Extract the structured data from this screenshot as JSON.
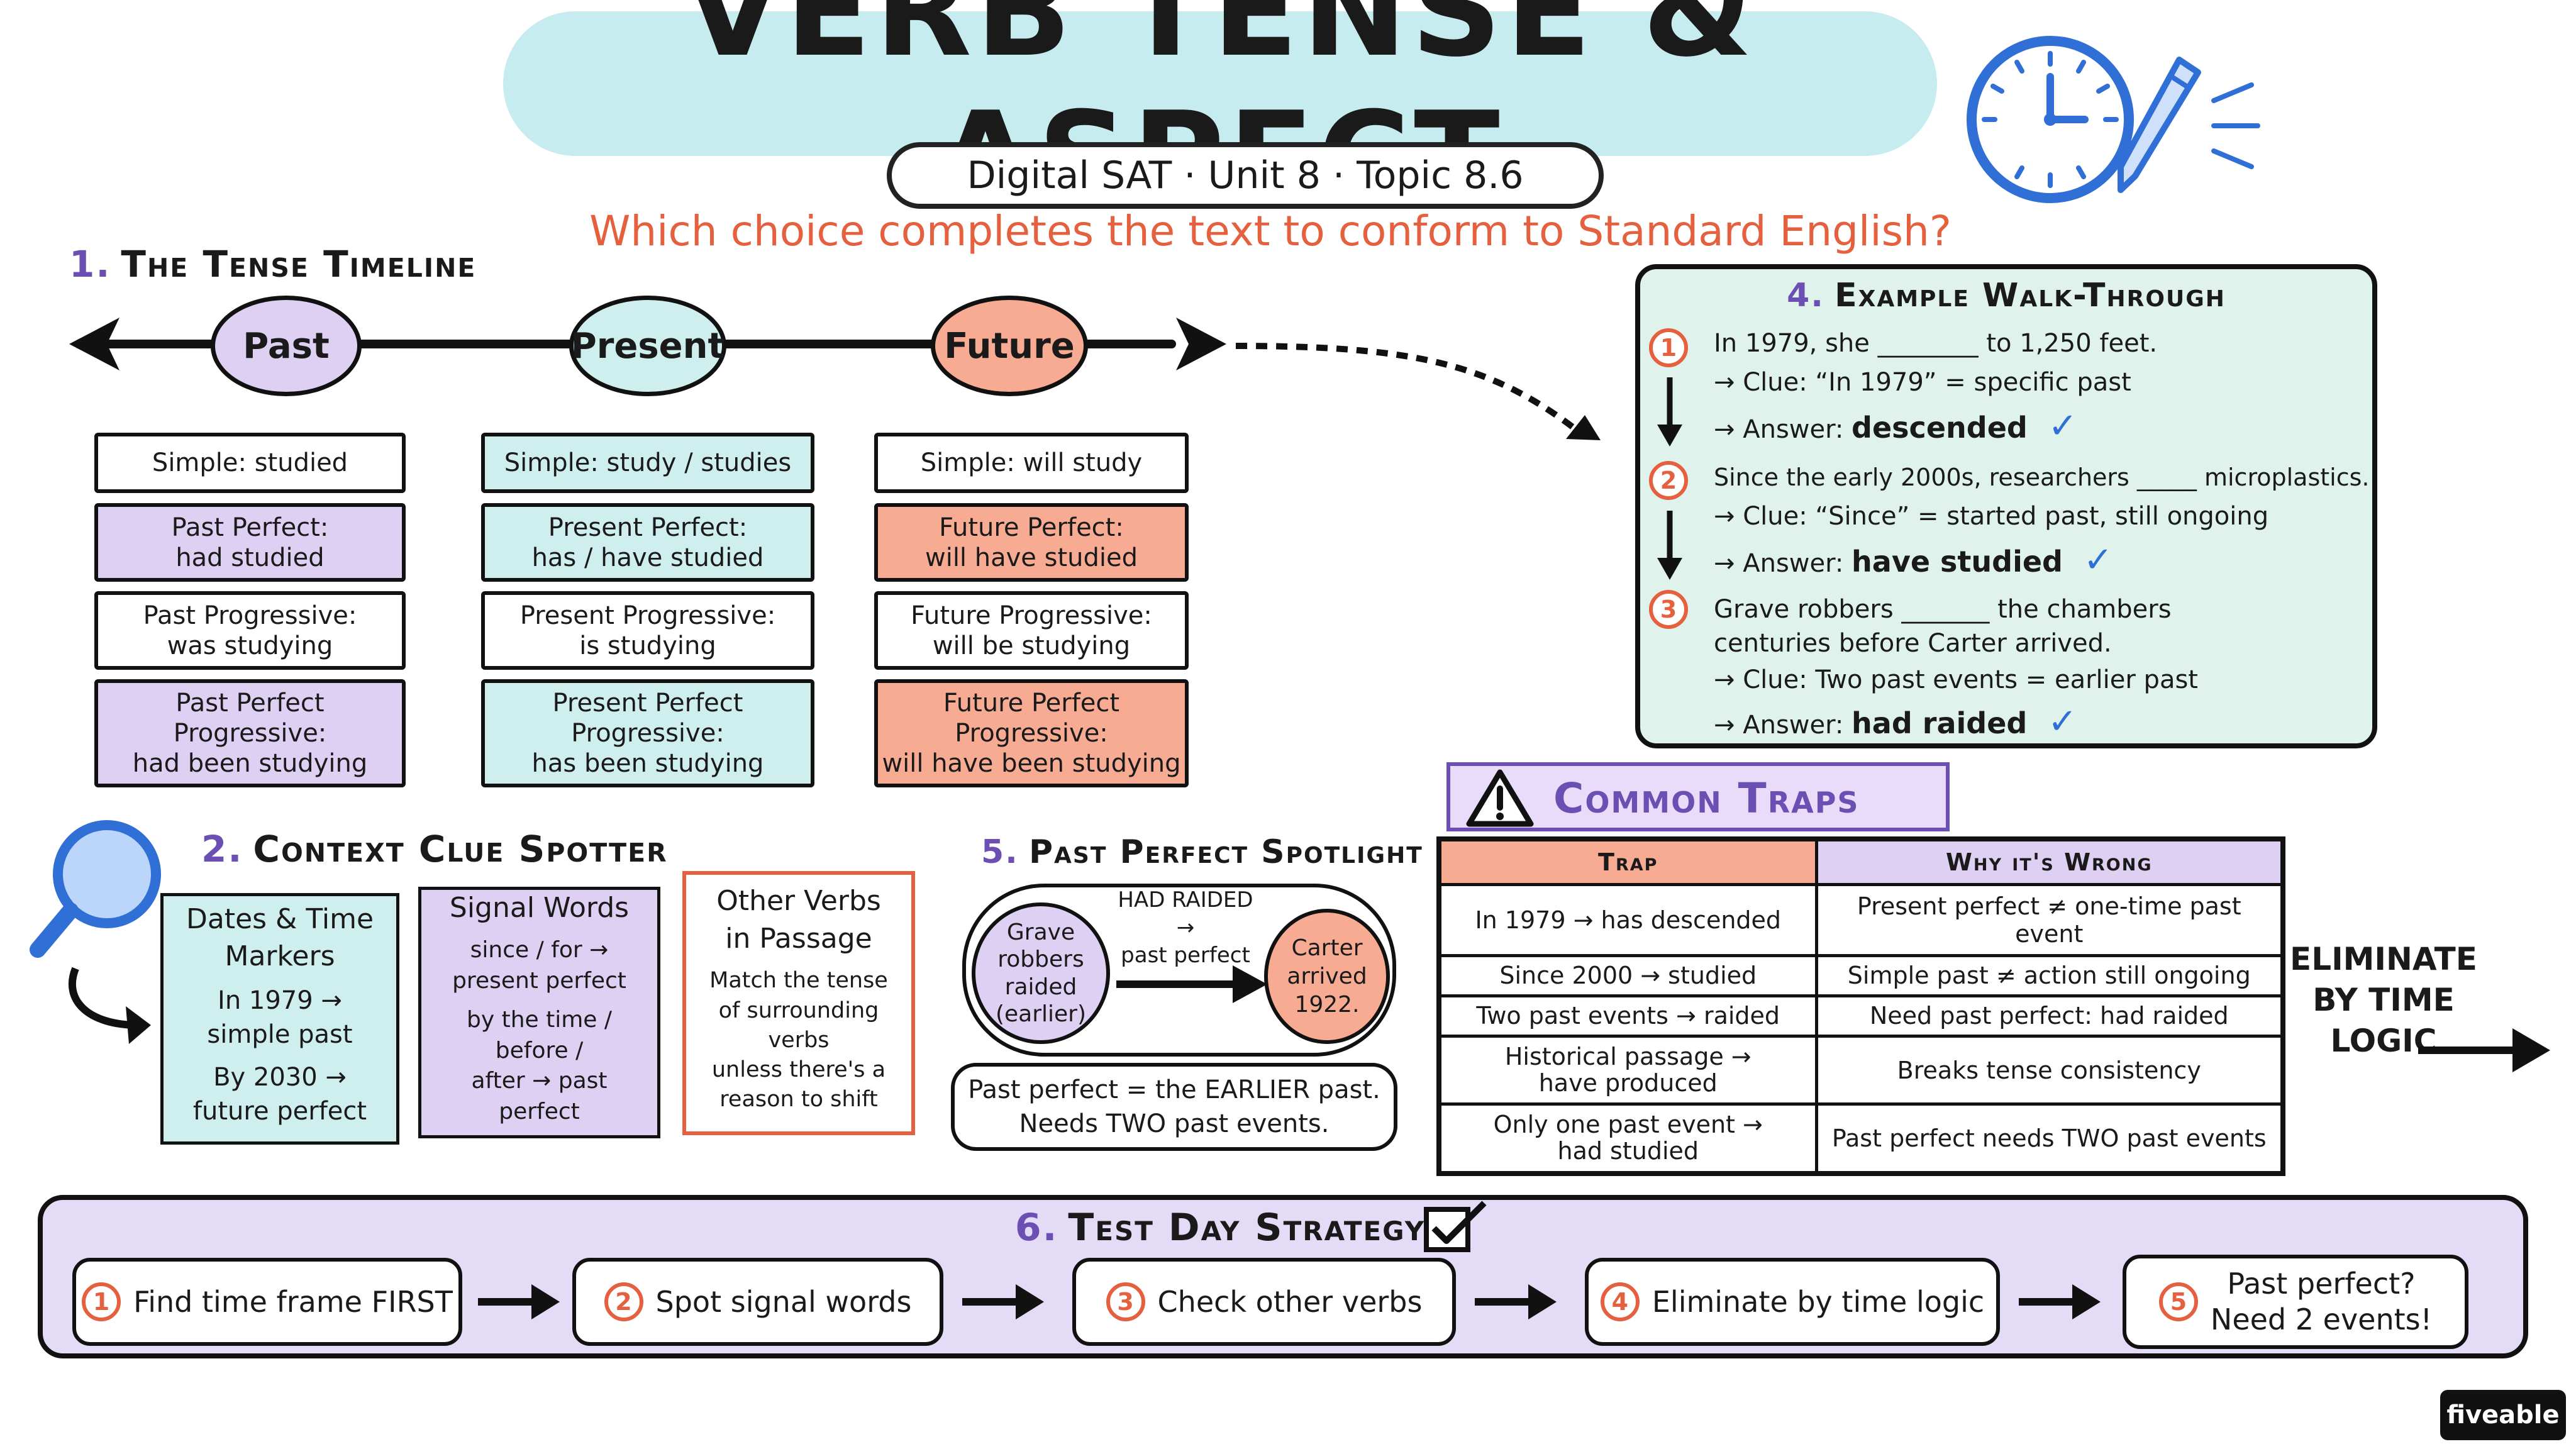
{
  "title": "VERB TENSE & ASPECT",
  "subtitle": "Digital SAT · Unit 8 · Topic 8.6",
  "question": "Which choice completes the text to conform to Standard English?",
  "timeline": {
    "number": "1.",
    "heading": "The Tense Timeline",
    "tenses": [
      {
        "label": "Past",
        "cells": [
          "Simple: studied",
          "Past Perfect:\nhad studied",
          "Past Progressive:\nwas studying",
          "Past Perfect\nProgressive:\nhad been studying"
        ]
      },
      {
        "label": "Present",
        "cells": [
          "Simple: study / studies",
          "Present Perfect:\nhas / have studied",
          "Present Progressive:\nis studying",
          "Present Perfect\nProgressive:\nhas been studying"
        ]
      },
      {
        "label": "Future",
        "cells": [
          "Simple: will study",
          "Future Perfect:\nwill have studied",
          "Future Progressive:\nwill be studying",
          "Future Perfect\nProgressive:\nwill have been studying"
        ]
      }
    ]
  },
  "context": {
    "number": "2.",
    "heading": "Context Clue Spotter",
    "notes": [
      {
        "title": "Dates & Time\nMarkers",
        "lines": [
          "In 1979 →\nsimple past",
          "By 2030 →\nfuture perfect"
        ]
      },
      {
        "title": "Signal Words",
        "lines": [
          "since / for →\npresent perfect",
          "by the time / before /\nafter → past perfect"
        ]
      },
      {
        "title": "Other Verbs\nin Passage",
        "lines": [
          "Match the tense\nof surrounding verbs\nunless there's a\nreason to shift"
        ]
      }
    ]
  },
  "spotlight": {
    "number": "5.",
    "heading": "Past Perfect Spotlight",
    "left_bubble": "Grave\nrobbers\nraided\n(earlier)",
    "arrow_label": "HAD RAIDED →\npast perfect",
    "right_bubble": "Carter\narrived\n1922.",
    "rule": "Past perfect = the EARLIER past.\nNeeds TWO past events."
  },
  "example": {
    "number": "4.",
    "heading": "Example Walk-Through",
    "items": [
      {
        "num": "1",
        "sentence": "In 1979, she ________ to 1,250 feet.",
        "clue": "→ Clue: “In 1979” = specific past",
        "answer_label": "→ Answer: ",
        "answer": "descended",
        "check": "✓"
      },
      {
        "num": "2",
        "sentence": "Since the early 2000s, researchers _____ microplastics.",
        "clue": "→ Clue: “Since” = started past, still ongoing",
        "answer_label": "→ Answer: ",
        "answer": "have studied",
        "check": "✓"
      },
      {
        "num": "3",
        "sentence": "Grave robbers _______ the chambers\ncenturies before Carter arrived.",
        "clue": "→ Clue: Two past events = earlier past",
        "answer_label": "→ Answer: ",
        "answer": "had raided",
        "check": "✓"
      }
    ]
  },
  "traps": {
    "heading": "Common Traps",
    "col_trap": "Trap",
    "col_why": "Why it's Wrong",
    "rows": [
      {
        "trap": "In 1979 → has descended",
        "why": "Present perfect ≠ one-time past event"
      },
      {
        "trap": "Since 2000 → studied",
        "why": "Simple past ≠ action still ongoing"
      },
      {
        "trap": "Two past events → raided",
        "why": "Need past perfect: had raided"
      },
      {
        "trap": "Historical passage →\nhave produced",
        "why": "Breaks tense consistency"
      },
      {
        "trap": "Only one past event →\nhad studied",
        "why": "Past perfect needs TWO past events"
      }
    ],
    "side_note": "ELIMINATE\nBY TIME\nLOGIC"
  },
  "strategy": {
    "number": "6.",
    "heading": "Test Day Strategy",
    "steps": [
      {
        "num": "1",
        "label": "Find time frame FIRST"
      },
      {
        "num": "2",
        "label": "Spot signal words"
      },
      {
        "num": "3",
        "label": "Check other verbs"
      },
      {
        "num": "4",
        "label": "Eliminate by time logic"
      },
      {
        "num": "5",
        "label": "Past perfect?\nNeed 2 events!"
      }
    ]
  },
  "brand": "fiveable",
  "colors": {
    "accent_orange": "#e5603e",
    "accent_purple": "#6c4fb3",
    "teal": "#cfeeee",
    "purple": "#ddd0f3",
    "salmon": "#f7ab93",
    "clock_blue": "#2f6fd6"
  }
}
